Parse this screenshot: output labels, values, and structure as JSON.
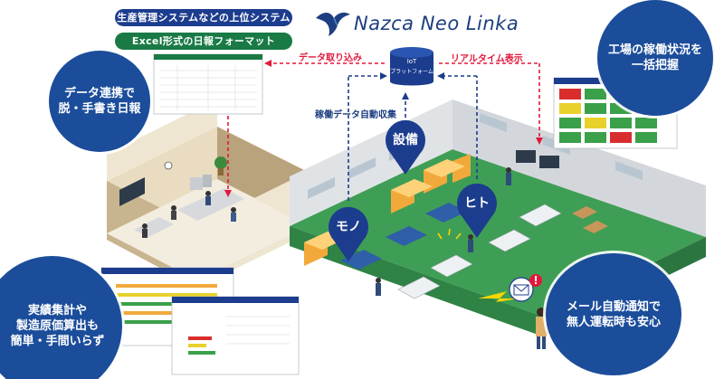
{
  "header": {
    "upper_system_label": "生産管理システムなどの上位システム",
    "excel_label": "Excel形式の日報フォーマット",
    "brand_name": "Nazca Neo Linka"
  },
  "callouts": {
    "data_link": "データ連携で\n脱・手書き日報",
    "monitoring": "工場の稼働状況を\n一括把握",
    "aggregation": "実績集計や\n製造原価算出も\n簡単・手間いらず",
    "notification": "メール自動通知で\n無人運転時も安心"
  },
  "flows": {
    "import": "データ取り込み",
    "realtime": "リアルタイム表示",
    "collect": "稼働データ自動収集"
  },
  "iot": {
    "title": "IoT",
    "subtitle": "プラットフォーム"
  },
  "pins": {
    "setsubi": "設備",
    "mono": "モノ",
    "hito": "ヒト"
  },
  "colors": {
    "navy": "#1c3c8e",
    "circle_blue": "#1b4d9b",
    "green": "#197a45",
    "flow_red": "#e2183c",
    "floor_green": "#3f9e55",
    "wall_gray": "#dfe3e6"
  }
}
